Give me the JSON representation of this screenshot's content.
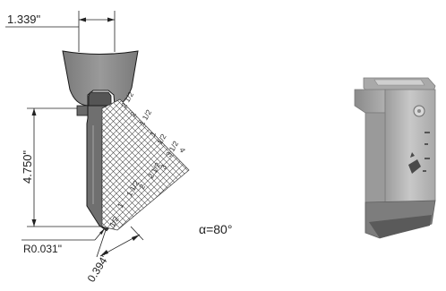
{
  "dimensions": {
    "top_width": "1.339\"",
    "height": "4.750\"",
    "tip_radius": "R0.031\"",
    "tip_offset": "0.394\""
  },
  "angle_label": "α=80°",
  "grid_labels": [
    "2 1/2",
    "2",
    "1 1/2",
    "1",
    "1/2",
    "4",
    "3 1/2",
    "3",
    "2 1/2",
    "2",
    "1 1/2",
    "1",
    "1/2"
  ],
  "colors": {
    "tool_body": "#6f6f6f",
    "tool_top": "#8c8c8c",
    "outline": "#1a1a1a",
    "grid": "#444444",
    "photo_body": "#b4b4b4"
  }
}
